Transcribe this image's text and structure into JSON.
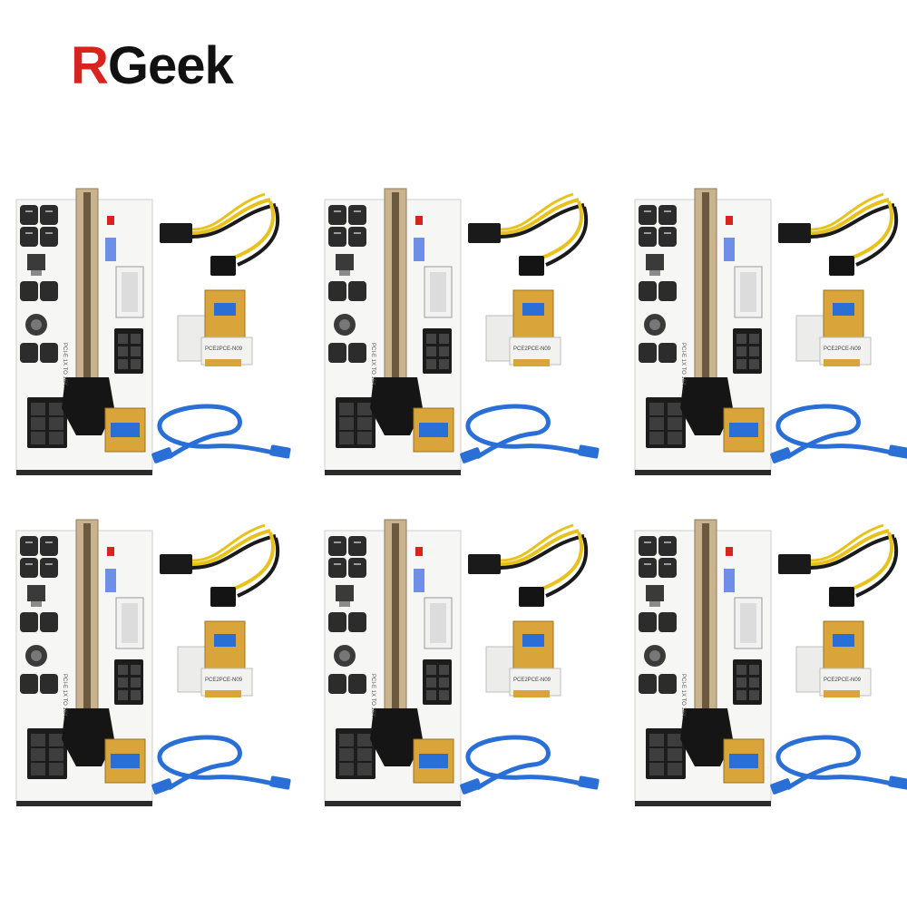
{
  "brand": {
    "initial": "R",
    "rest": "Geek",
    "initial_color": "#d8231f",
    "rest_color": "#111111"
  },
  "kit_labels": {
    "riser_silk": "PCI-E 1X TO 16X",
    "adapter_silk": "PCE2PCE-N09"
  },
  "colors": {
    "cable_blue": "#2a6fd6",
    "wire_yellow": "#e8c21a",
    "wire_black": "#1a1a1a",
    "gold": "#d9a53a",
    "board_white": "#f6f6f4",
    "slot_beige": "#c9b38e"
  },
  "kits": [
    {
      "id": 1
    },
    {
      "id": 2
    },
    {
      "id": 3
    },
    {
      "id": 4
    },
    {
      "id": 5
    },
    {
      "id": 6
    }
  ]
}
